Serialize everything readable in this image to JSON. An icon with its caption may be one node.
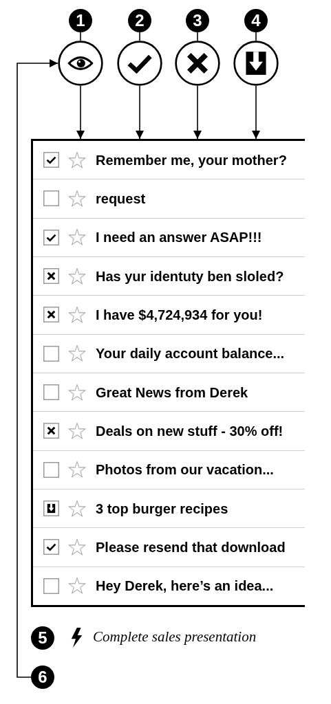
{
  "diagram": {
    "nodes": [
      {
        "text": [
          "1"
        ]
      },
      {
        "text": [
          "2"
        ]
      },
      {
        "text": [
          "3"
        ]
      },
      {
        "text": [
          "4"
        ]
      },
      {
        "text": [],
        "shape": "circle"
      },
      {
        "text": [],
        "shape": "circle"
      },
      {
        "text": [],
        "shape": "circle"
      },
      {
        "text": [],
        "shape": "circle"
      },
      {
        "text": [],
        "shape": "box"
      },
      {
        "text": [
          "Remember me, your mother?"
        ],
        "in": 8
      },
      {
        "text": [
          "request"
        ],
        "in": 8
      },
      {
        "text": [
          "I need an answer ASAP!!!"
        ],
        "in": 8
      },
      {
        "text": [
          "Has yur identuty ben sloled?"
        ],
        "in": 8
      },
      {
        "text": [
          "I have $4,724,934 for you!"
        ],
        "in": 8
      },
      {
        "text": [
          "Your daily account balance..."
        ],
        "in": 8
      },
      {
        "text": [
          "Great News from Derek"
        ],
        "in": 8
      },
      {
        "text": [
          "Deals on new stuff - 30% off!"
        ],
        "in": 8
      },
      {
        "text": [
          "Photos from our vacation..."
        ],
        "in": 8
      },
      {
        "text": [
          "3 top burger recipes"
        ],
        "in": 8
      },
      {
        "text": [
          "Please resend that download"
        ],
        "in": 8
      },
      {
        "text": [
          "Hey Derek, here’s an idea..."
        ],
        "in": 8
      },
      {
        "text": [
          "5"
        ]
      },
      {
        "text": [
          "6"
        ]
      }
    ],
    "edges": [
      {
        "from": 0,
        "to": 4,
        "arrow": "none"
      },
      {
        "from": 1,
        "to": 5,
        "arrow": "none"
      },
      {
        "from": 2,
        "to": 6,
        "arrow": "none"
      },
      {
        "from": 3,
        "to": 7,
        "arrow": "none"
      },
      {
        "from": 4,
        "to": 8,
        "arrow": "to"
      },
      {
        "from": 5,
        "to": 8,
        "arrow": "to"
      },
      {
        "from": 6,
        "to": 8,
        "arrow": "to"
      },
      {
        "from": 7,
        "to": 8,
        "arrow": "to"
      },
      {
        "from": 22,
        "to": 4,
        "arrow": "to"
      }
    ],
    "labels": [
      "Complete sales presentation"
    ]
  }
}
